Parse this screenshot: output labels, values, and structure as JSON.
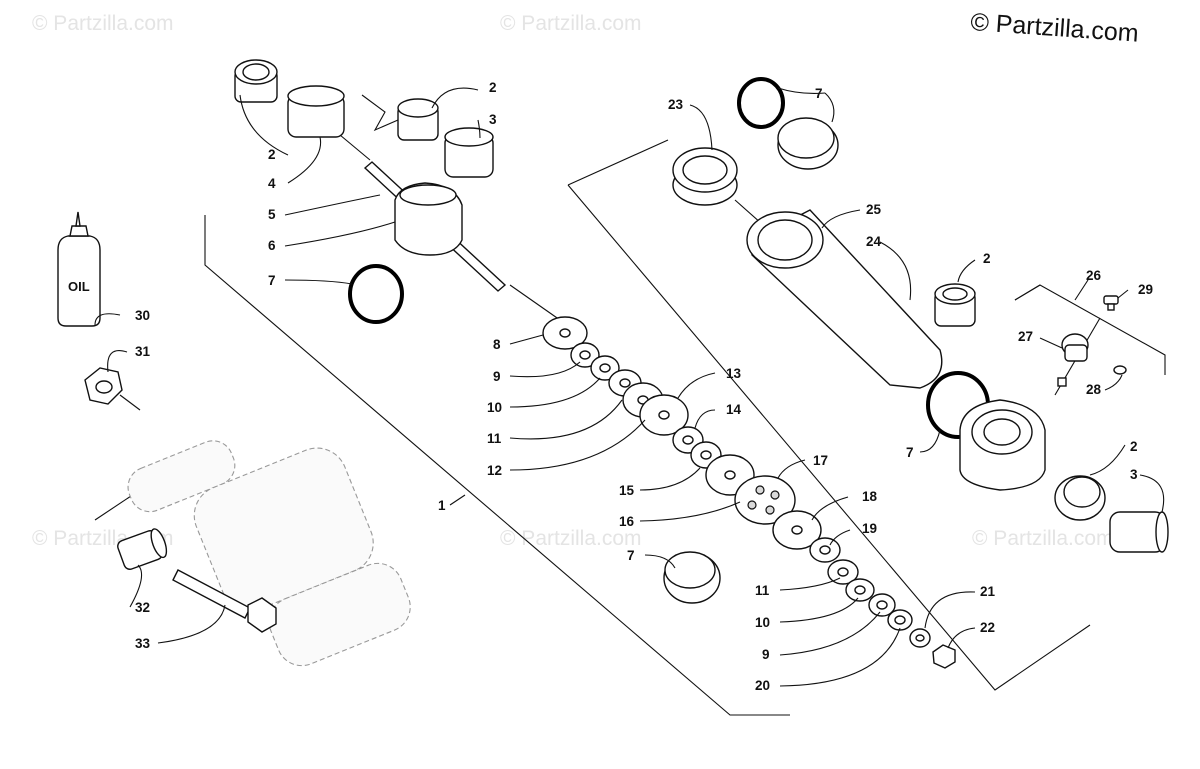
{
  "watermark": {
    "text": "© Partzilla.com",
    "copyright": "© Partzilla.com"
  },
  "bottle_label": "OIL",
  "callouts": [
    {
      "id": "c1",
      "text": "1"
    },
    {
      "id": "c2a",
      "text": "2"
    },
    {
      "id": "c2b",
      "text": "2"
    },
    {
      "id": "c2c",
      "text": "2"
    },
    {
      "id": "c2d",
      "text": "2"
    },
    {
      "id": "c3a",
      "text": "3"
    },
    {
      "id": "c3b",
      "text": "3"
    },
    {
      "id": "c4",
      "text": "4"
    },
    {
      "id": "c5",
      "text": "5"
    },
    {
      "id": "c6",
      "text": "6"
    },
    {
      "id": "c7a",
      "text": "7"
    },
    {
      "id": "c7b",
      "text": "7"
    },
    {
      "id": "c7c",
      "text": "7"
    },
    {
      "id": "c7d",
      "text": "7"
    },
    {
      "id": "c8",
      "text": "8"
    },
    {
      "id": "c9a",
      "text": "9"
    },
    {
      "id": "c9b",
      "text": "9"
    },
    {
      "id": "c10a",
      "text": "10"
    },
    {
      "id": "c10b",
      "text": "10"
    },
    {
      "id": "c11a",
      "text": "11"
    },
    {
      "id": "c11b",
      "text": "11"
    },
    {
      "id": "c12",
      "text": "12"
    },
    {
      "id": "c13",
      "text": "13"
    },
    {
      "id": "c14",
      "text": "14"
    },
    {
      "id": "c15",
      "text": "15"
    },
    {
      "id": "c16",
      "text": "16"
    },
    {
      "id": "c17",
      "text": "17"
    },
    {
      "id": "c18",
      "text": "18"
    },
    {
      "id": "c19",
      "text": "19"
    },
    {
      "id": "c20",
      "text": "20"
    },
    {
      "id": "c21",
      "text": "21"
    },
    {
      "id": "c22",
      "text": "22"
    },
    {
      "id": "c23",
      "text": "23"
    },
    {
      "id": "c24",
      "text": "24"
    },
    {
      "id": "c25",
      "text": "25"
    },
    {
      "id": "c26",
      "text": "26"
    },
    {
      "id": "c27",
      "text": "27"
    },
    {
      "id": "c28",
      "text": "28"
    },
    {
      "id": "c29",
      "text": "29"
    },
    {
      "id": "c30",
      "text": "30"
    },
    {
      "id": "c31",
      "text": "31"
    },
    {
      "id": "c32",
      "text": "32"
    },
    {
      "id": "c33",
      "text": "33"
    }
  ]
}
